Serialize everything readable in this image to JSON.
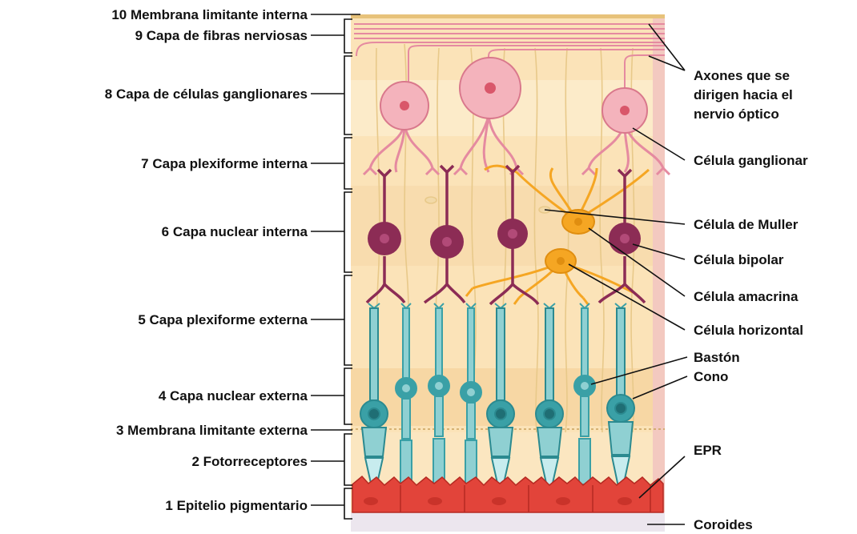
{
  "colors": {
    "tissue": "#fbe3b8",
    "tissue_band": "#f7d49c",
    "ganglion": "#f4b3bc",
    "ganglion_nucleus": "#d9576a",
    "bipolar": "#8c2c55",
    "bipolar_nucleus": "#b24a78",
    "muller": "#e8c98a",
    "amacrine": "#f5a623",
    "photoreceptor": "#3aa0a6",
    "photoreceptor_light": "#8fd0d2",
    "epithelium": "#e2443a",
    "choroid": "#e8e2ea"
  },
  "layers": [
    {
      "label": "10 Membrana limitante interna"
    },
    {
      "label": "9 Capa de fibras nerviosas"
    },
    {
      "label": "8 Capa de células ganglionares"
    },
    {
      "label": "7 Capa plexiforme interna"
    },
    {
      "label": "6 Capa nuclear interna"
    },
    {
      "label": "5 Capa plexiforme externa"
    },
    {
      "label": "4 Capa nuclear externa"
    },
    {
      "label": "3 Membrana limitante externa"
    },
    {
      "label": "2 Fotorreceptores"
    },
    {
      "label": "1 Epitelio pigmentario"
    }
  ],
  "cells": {
    "axons_line1": "Axones que se",
    "axons_line2": "dirigen hacia el",
    "axons_line3": "nervio óptico",
    "ganglion": "Célula ganglionar",
    "muller": "Célula de Muller",
    "bipolar": "Célula bipolar",
    "amacrine": "Célula amacrina",
    "horizontal": "Célula horizontal",
    "rod": "Bastón",
    "cone": "Cono",
    "epr": "EPR",
    "choroid": "Coroides"
  }
}
